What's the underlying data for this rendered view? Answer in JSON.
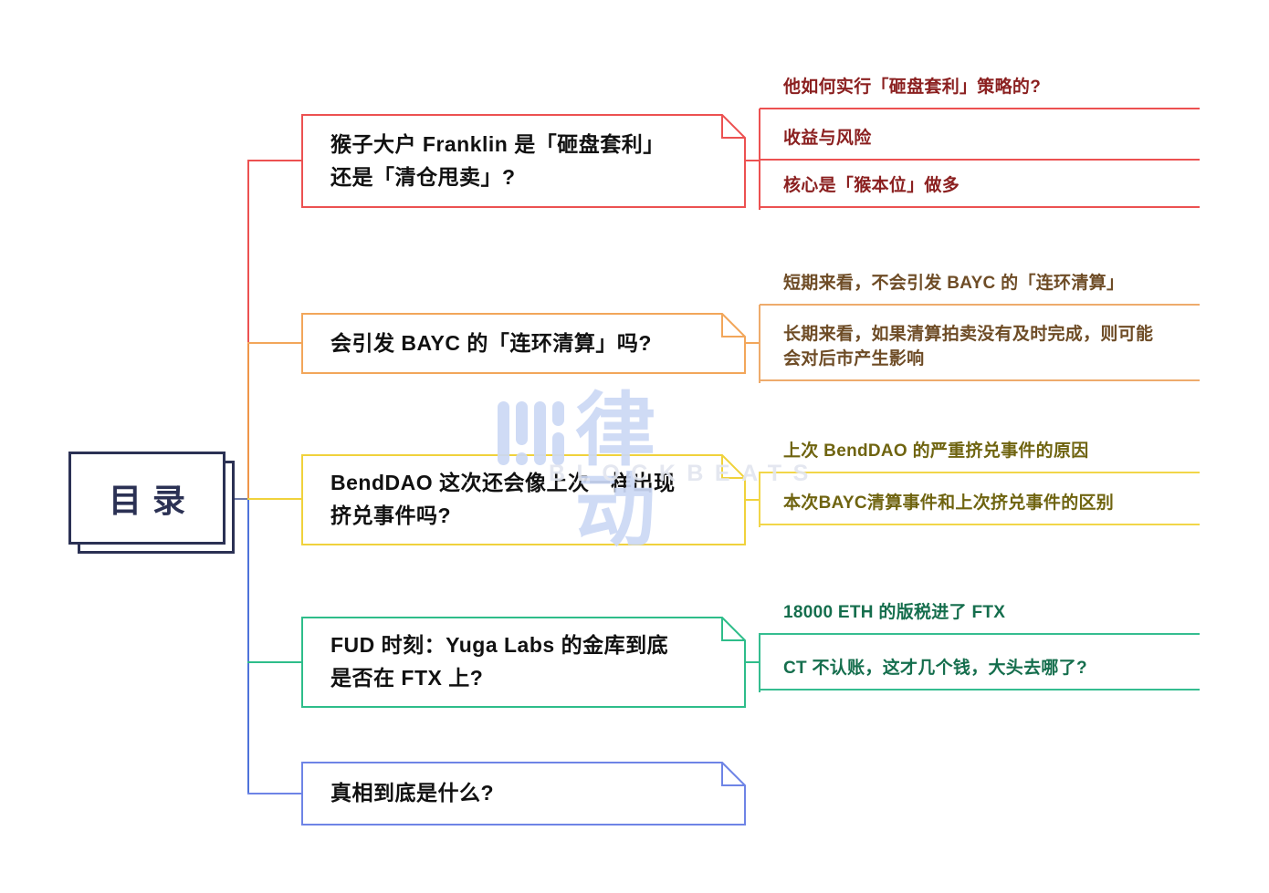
{
  "root": {
    "label": "目录"
  },
  "watermark": {
    "logo_text": "律动",
    "brand_text": "BLOCKBEATS"
  },
  "colors": {
    "red": "#ec5151",
    "orange": "#f2a65a",
    "yellow": "#f0d23c",
    "green": "#2ebd8a",
    "blue": "#6e84e6",
    "trunk_blue": "#4f73da",
    "root_navy": "#2b3154"
  },
  "branches": [
    {
      "label": "猴子大户 Franklin 是「砸盘套利」\n还是「清仓甩卖」?",
      "color": "#ec5151",
      "children": [
        "他如何实行「砸盘套利」策略的?",
        "收益与风险",
        "核心是「猴本位」做多"
      ]
    },
    {
      "label": "会引发 BAYC 的「连环清算」吗?",
      "color": "#f2a65a",
      "children": [
        "短期来看，不会引发 BAYC 的「连环清算」",
        "长期来看，如果清算拍卖没有及时完成，则可能\n会对后市产生影响"
      ]
    },
    {
      "label": "BendDAO 这次还会像上次一样出现\n挤兑事件吗?",
      "color": "#f0d23c",
      "children": [
        "上次 BendDAO 的严重挤兑事件的原因",
        "本次BAYC清算事件和上次挤兑事件的区别"
      ]
    },
    {
      "label": "FUD 时刻：Yuga Labs 的金库到底\n是否在 FTX 上?",
      "color": "#2ebd8a",
      "children": [
        "18000 ETH 的版税进了 FTX",
        "CT 不认账，这才几个钱，大头去哪了?"
      ]
    },
    {
      "label": "真相到底是什么?",
      "color": "#6e84e6",
      "children": []
    }
  ]
}
